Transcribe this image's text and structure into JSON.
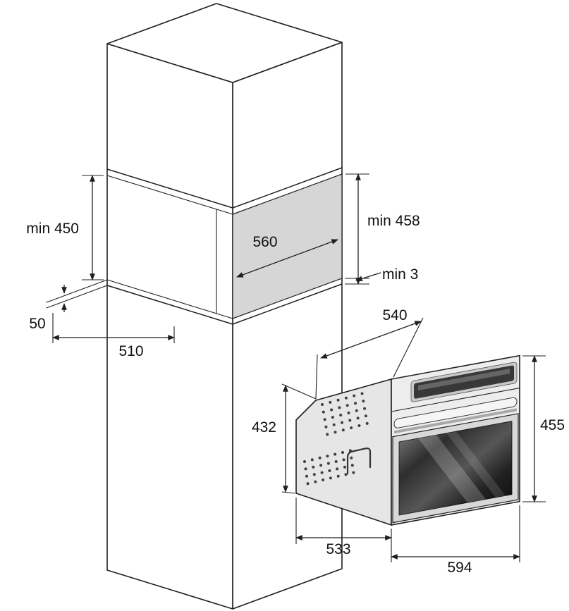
{
  "diagram": {
    "kind": "built-in-oven-installation-drawing",
    "colors": {
      "line": "#1f1f1f",
      "niche_fill": "#d6d6d6",
      "oven_side_fill": "#e6e6e6",
      "oven_front_fill": "#ededed",
      "display_fill": "#383838",
      "handle_fill": "#f5f5f5",
      "door_frame_fill": "#d8d8d8"
    },
    "dimensions": {
      "niche_height_front": "min 450",
      "niche_width": "560",
      "niche_height_side": "min 458",
      "rear_gap": "min 3",
      "front_setback": "50",
      "niche_depth": "510",
      "oven_top_depth": "540",
      "oven_body_height": "432",
      "oven_front_height": "455",
      "oven_body_depth": "533",
      "oven_front_width": "594"
    }
  }
}
